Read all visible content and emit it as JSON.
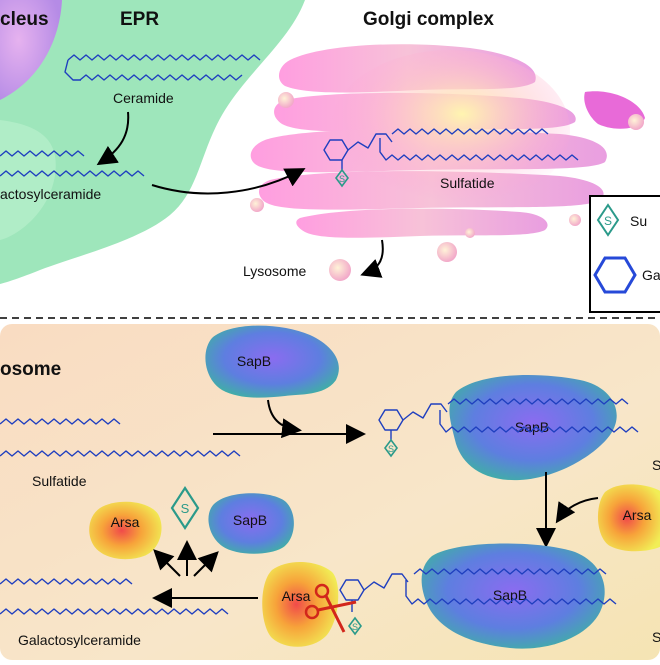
{
  "top": {
    "nucleus_label": "cleus",
    "epr_label": "EPR",
    "golgi_label": "Golgi complex",
    "ceramide_label": "Ceramide",
    "galactosylceramide_label": "actosylceramide",
    "sulfatide_label": "Sulfatide",
    "lysosome_label": "Lysosome"
  },
  "legend": {
    "sulfate_label": "Su",
    "galactose_label": "Ga",
    "sulfate_symbol": "S"
  },
  "bottom": {
    "lysosome_title": "osome",
    "sulfatide_label": "Sulfatide",
    "galactosylceramide_label": "Galactosylceramide",
    "sapb_label": "SapB",
    "arsa_label": "Arsa",
    "sulfate_symbol": "S",
    "right_edge_label_1": "S",
    "right_edge_label_2": "S"
  },
  "colors": {
    "chain": "#1f3fbf",
    "epr": "#8fe0b0",
    "golgi": "#f2a6d8",
    "lysosome_bg": "#f8e1c6",
    "sulfate": "#2b9a8a",
    "scissors": "#d2261b"
  }
}
